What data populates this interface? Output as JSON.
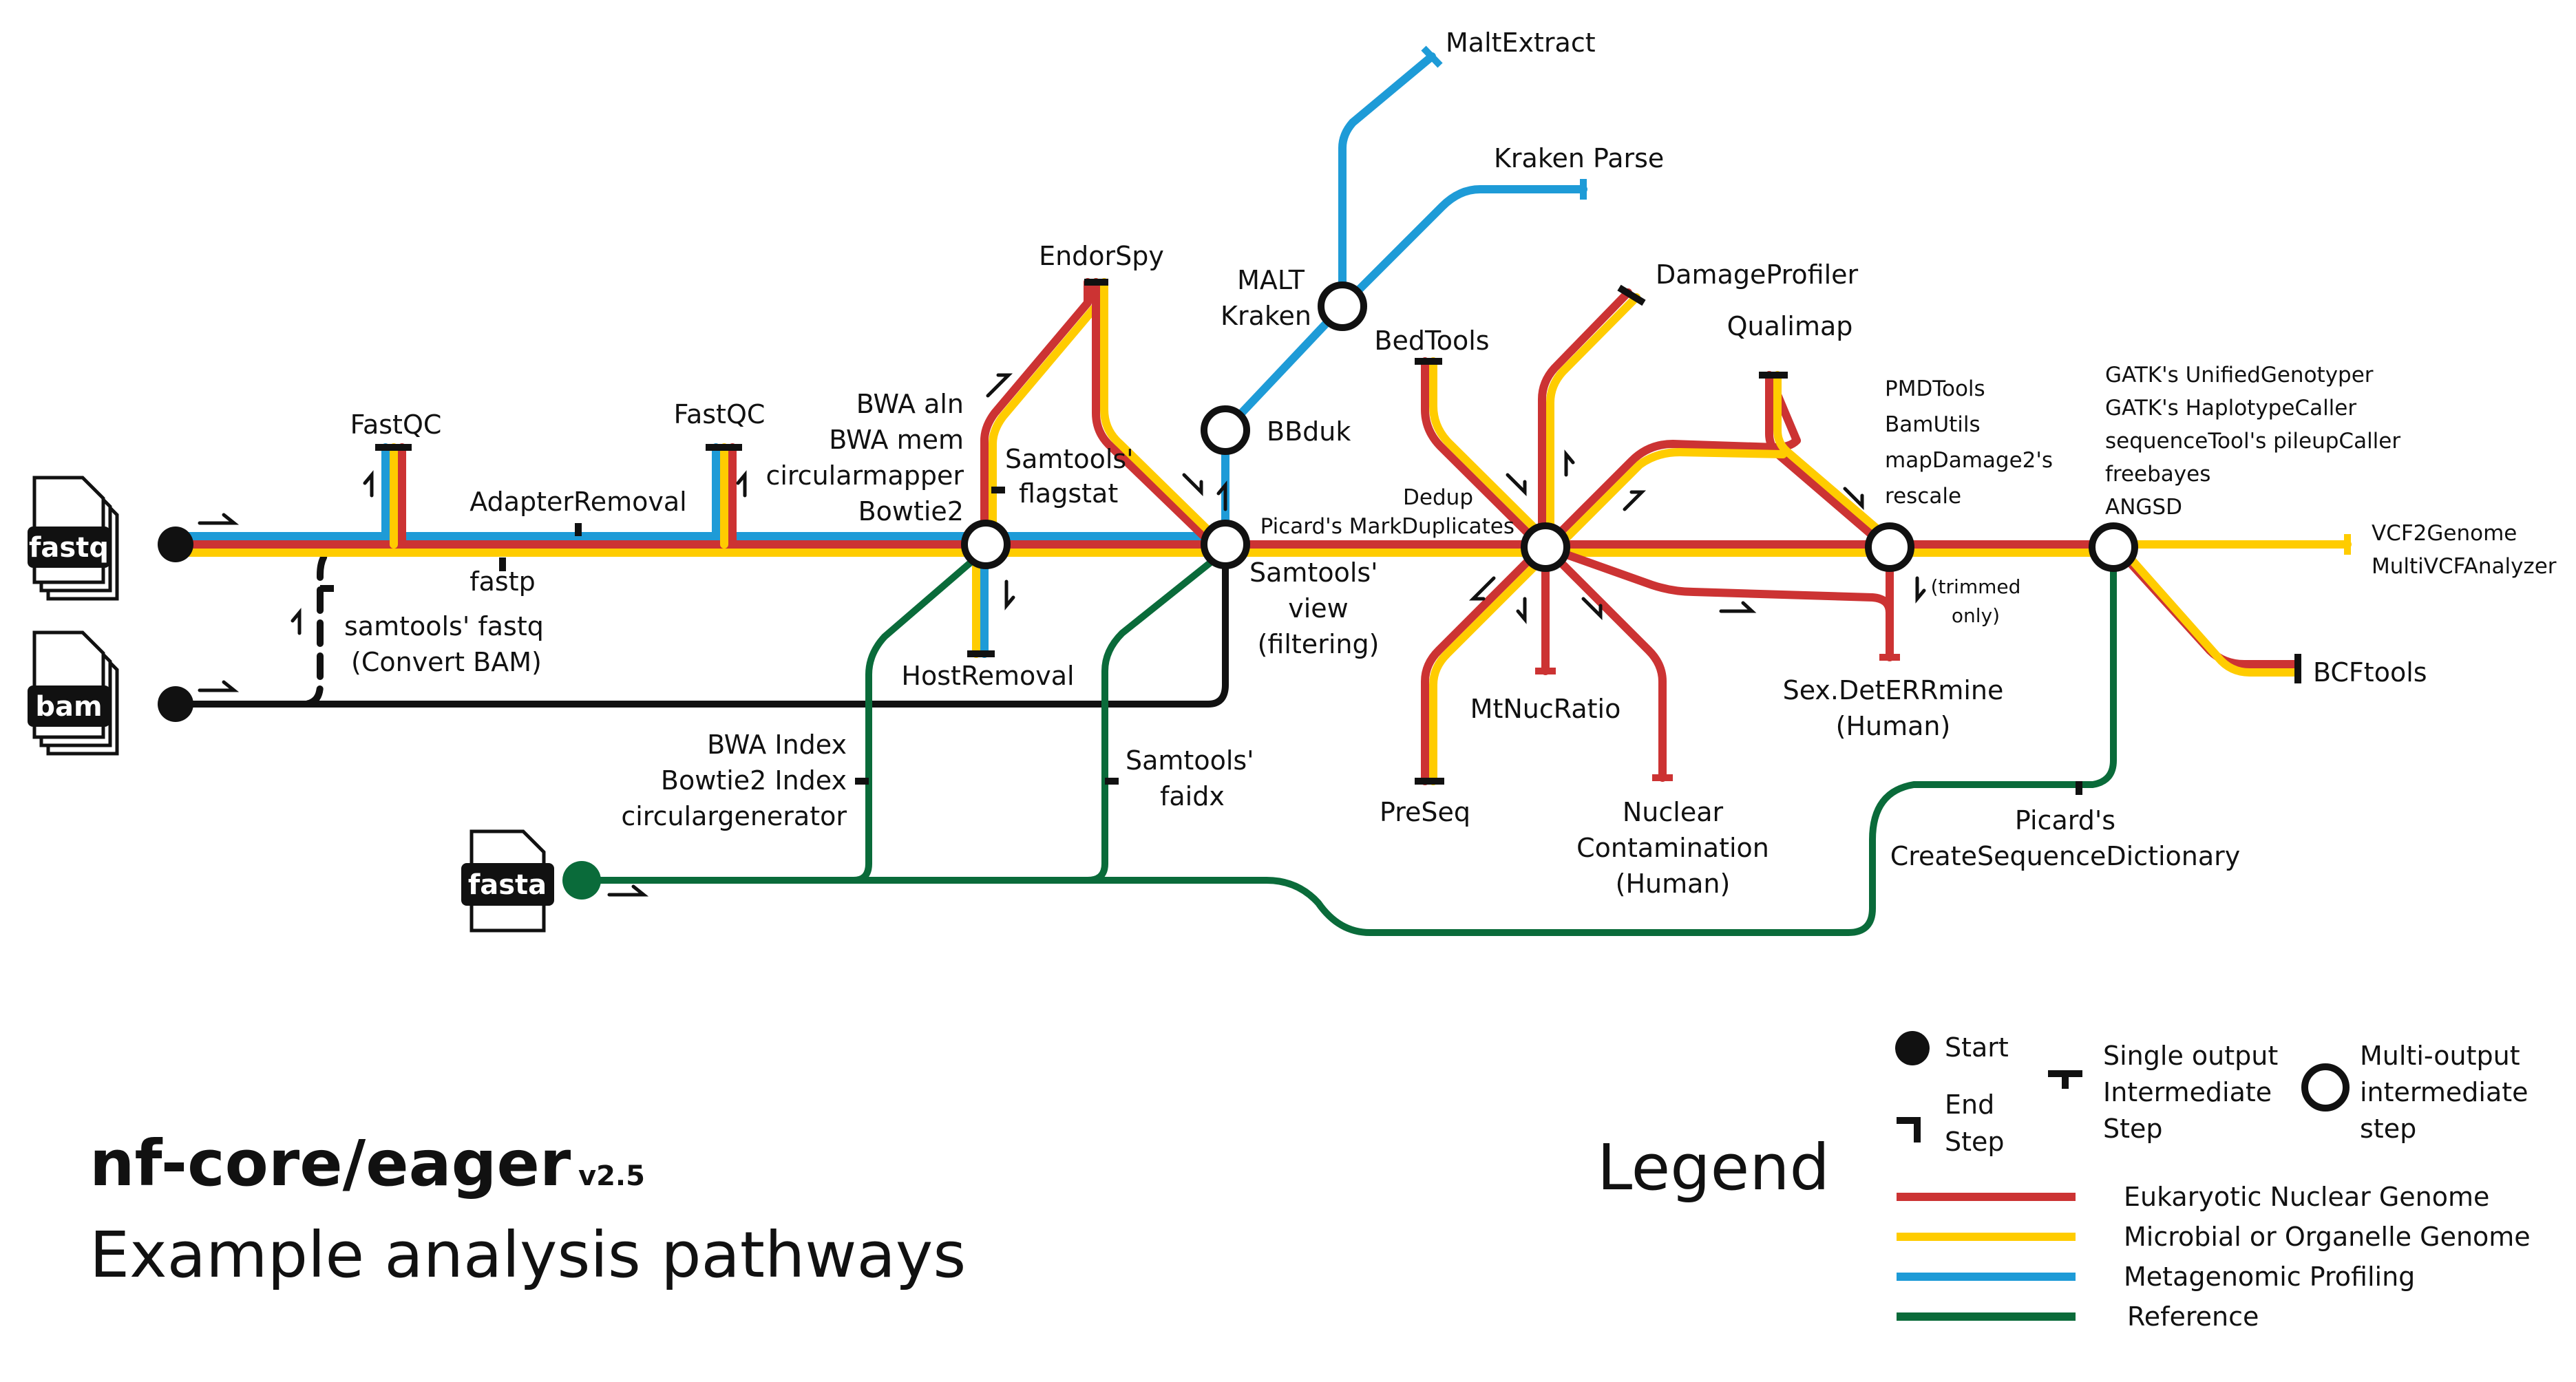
{
  "title": {
    "main": "nf-core/eager",
    "version": "v2.5",
    "subtitle": "Example analysis pathways"
  },
  "colors": {
    "eukaryotic": "#cc3333",
    "microbial": "#ffcc00",
    "metagenomic": "#1e9bd7",
    "reference": "#0a6b3a",
    "neutral": "#111111"
  },
  "inputs": {
    "fastq": "fastq",
    "bam": "bam",
    "fasta": "fasta"
  },
  "labels": {
    "fastqc1": "FastQC",
    "fastqc2": "FastQC",
    "adapterremoval": "AdapterRemoval",
    "fastp": "fastp",
    "samtools_fastq_1": "samtools' fastq",
    "samtools_fastq_2": "(Convert BAM)",
    "bwa_aln": "BWA aln",
    "bwa_mem": "BWA mem",
    "circularmapper": "circularmapper",
    "bowtie2": "Bowtie2",
    "endorspy": "EndorSpy",
    "samtools_flagstat_1": "Samtools'",
    "samtools_flagstat_2": "flagstat",
    "hostremoval": "HostRemoval",
    "bwa_index": "BWA Index",
    "bowtie2_index": "Bowtie2 Index",
    "circulargenerator": "circulargenerator",
    "samtools_view_1": "Samtools'",
    "samtools_view_2": "view",
    "samtools_view_3": "(filtering)",
    "samtools_faidx_1": "Samtools'",
    "samtools_faidx_2": "faidx",
    "bbduk": "BBduk",
    "malt": "MALT",
    "kraken": "Kraken",
    "maltextract": "MaltExtract",
    "kraken_parse": "Kraken Parse",
    "dedup": "Dedup",
    "picard_markdup": "Picard's MarkDuplicates",
    "bedtools": "BedTools",
    "damageprofiler": "DamageProfiler",
    "qualimap": "Qualimap",
    "mtnucratio": "MtNucRatio",
    "preseq": "PreSeq",
    "nuclear_contam_1": "Nuclear",
    "nuclear_contam_2": "Contamination",
    "nuclear_contam_3": "(Human)",
    "pmdtools": "PMDTools",
    "bamutils": "BamUtils",
    "mapdamage": "mapDamage2's",
    "rescale": "rescale",
    "trimmed_1": "(trimmed",
    "trimmed_2": "only)",
    "sexdeterrmine_1": "Sex.DetERRmine",
    "sexdeterrmine_2": "(Human)",
    "gatk_ug": "GATK's UnifiedGenotyper",
    "gatk_hc": "GATK's HaplotypeCaller",
    "sequencetool": "sequenceTool's pileupCaller",
    "freebayes": "freebayes",
    "angsd": "ANGSD",
    "vcf2genome": "VCF2Genome",
    "multivcfanalyzer": "MultiVCFAnalyzer",
    "bcftools": "BCFtools",
    "picard_csd_1": "Picard's",
    "picard_csd_2": "CreateSequenceDictionary"
  },
  "legend": {
    "heading": "Legend",
    "start": "Start",
    "end_1": "End",
    "end_2": "Step",
    "single_1": "Single output",
    "single_2": "Intermediate",
    "single_3": "Step",
    "multi_1": "Multi-output",
    "multi_2": "intermediate",
    "multi_3": "step",
    "eukaryotic": "Eukaryotic Nuclear Genome",
    "microbial": "Microbial or Organelle Genome",
    "metagenomic": "Metagenomic Profiling",
    "reference": "Reference"
  }
}
